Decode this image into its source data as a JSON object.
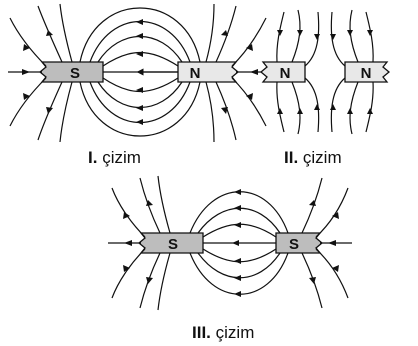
{
  "figures": [
    {
      "id": "I",
      "caption_numeral": "I.",
      "caption_word": "çizim",
      "magnets": [
        "S",
        "N"
      ]
    },
    {
      "id": "II",
      "caption_numeral": "II.",
      "caption_word": "çizim",
      "magnets": [
        "N",
        "N"
      ]
    },
    {
      "id": "III",
      "caption_numeral": "III.",
      "caption_word": "çizim",
      "magnets": [
        "S",
        "S"
      ]
    }
  ]
}
